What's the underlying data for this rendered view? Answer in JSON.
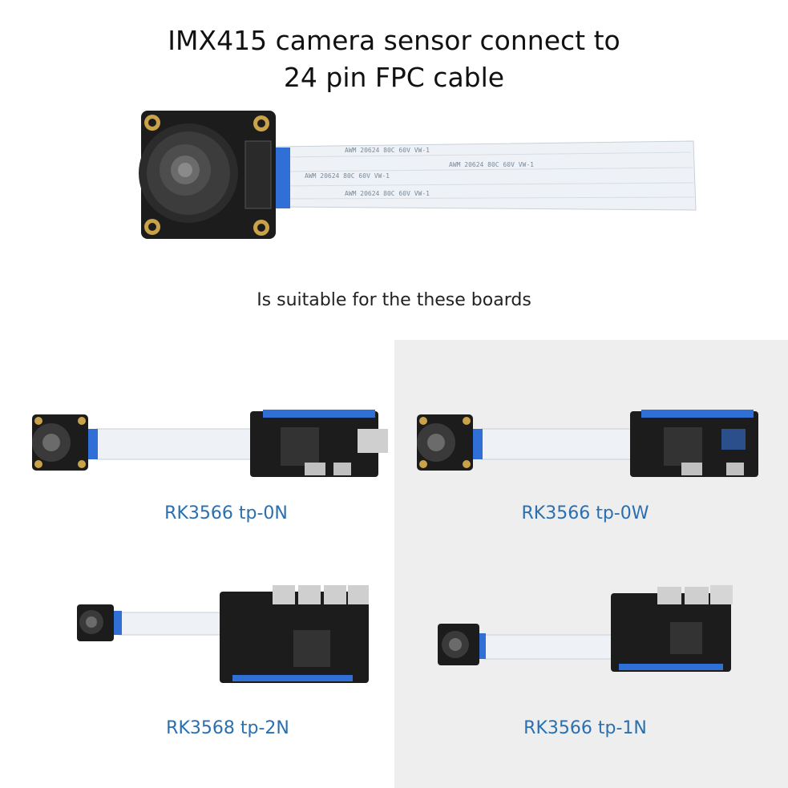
{
  "header": {
    "title_line1": "IMX415 camera sensor connect to",
    "title_line2": "24 pin FPC cable",
    "subtitle": "Is suitable for the these boards"
  },
  "cable": {
    "print": [
      "AWM 20624 80C 60V VW-1",
      "AWM 20624 80C 60V VW-1",
      "AWM 20624 80C 60V VW-1",
      "AWM 20624 80C 60V VW-1"
    ]
  },
  "boards": [
    {
      "label": "RK3566 tp-0N"
    },
    {
      "label": "RK3566 tp-0W"
    },
    {
      "label": "RK3568 tp-2N"
    },
    {
      "label": "RK3566 tp-1N"
    }
  ],
  "colors": {
    "pcb": "#1c1c1c",
    "gold": "#c9a24a",
    "label": "#2a6fb0",
    "connector": "#2f6fd6",
    "panel": "#eeeeee"
  }
}
